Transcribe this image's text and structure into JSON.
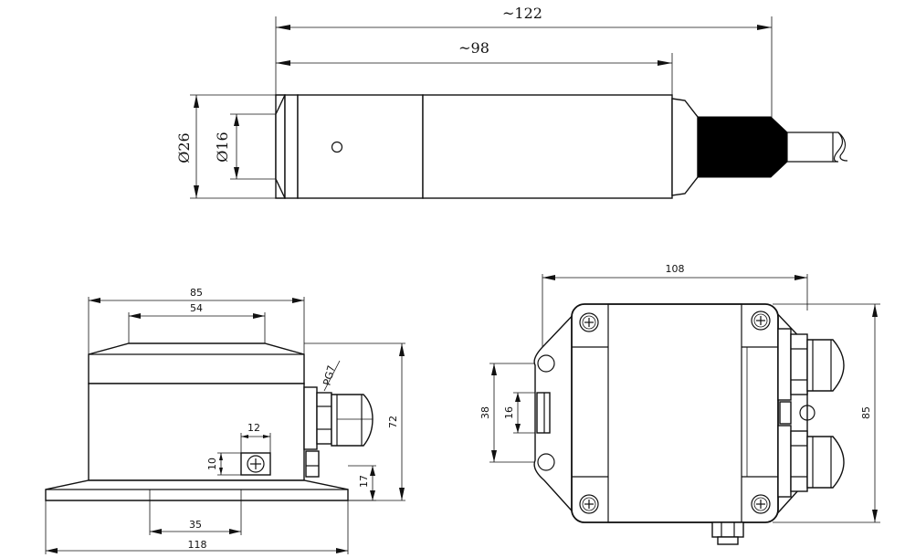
{
  "top_view": {
    "dim_overall": "~122",
    "dim_body": "~98",
    "dim_outer_dia": "Ø26",
    "dim_inner_dia": "Ø16"
  },
  "front_view": {
    "dim_top_width": "85",
    "dim_top_inner": "54",
    "dim_height": "72",
    "dim_screw_w": "12",
    "dim_screw_h": "10",
    "dim_foot_h": "17",
    "dim_base_inner": "35",
    "dim_base_width": "118",
    "gland_label": "PG7"
  },
  "side_view": {
    "dim_width": "108",
    "dim_height": "85",
    "dim_mount_span": "38",
    "dim_slot": "16"
  },
  "colors": {
    "line": "#111111",
    "background": "#ffffff",
    "solid_fill": "#000000"
  }
}
